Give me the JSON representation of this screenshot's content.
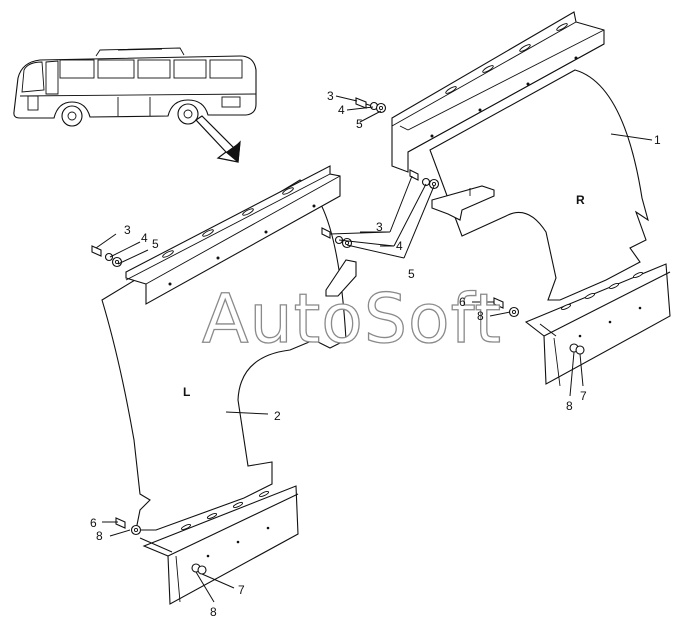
{
  "watermark": "AutoSoft",
  "panels": {
    "right": {
      "side_label": "R",
      "part_number": "1"
    },
    "left": {
      "side_label": "L",
      "part_number": "2"
    }
  },
  "callouts": {
    "r_top": [
      "3",
      "4",
      "5"
    ],
    "center": [
      "3",
      "4",
      "5"
    ],
    "l_top": [
      "3",
      "4",
      "5"
    ],
    "r_bottom": [
      "6",
      "8",
      "8",
      "7"
    ],
    "l_bottom": [
      "6",
      "8",
      "8",
      "7"
    ]
  },
  "icons": {
    "bus": "coach-bus-icon",
    "arrow": "location-arrow-icon"
  }
}
